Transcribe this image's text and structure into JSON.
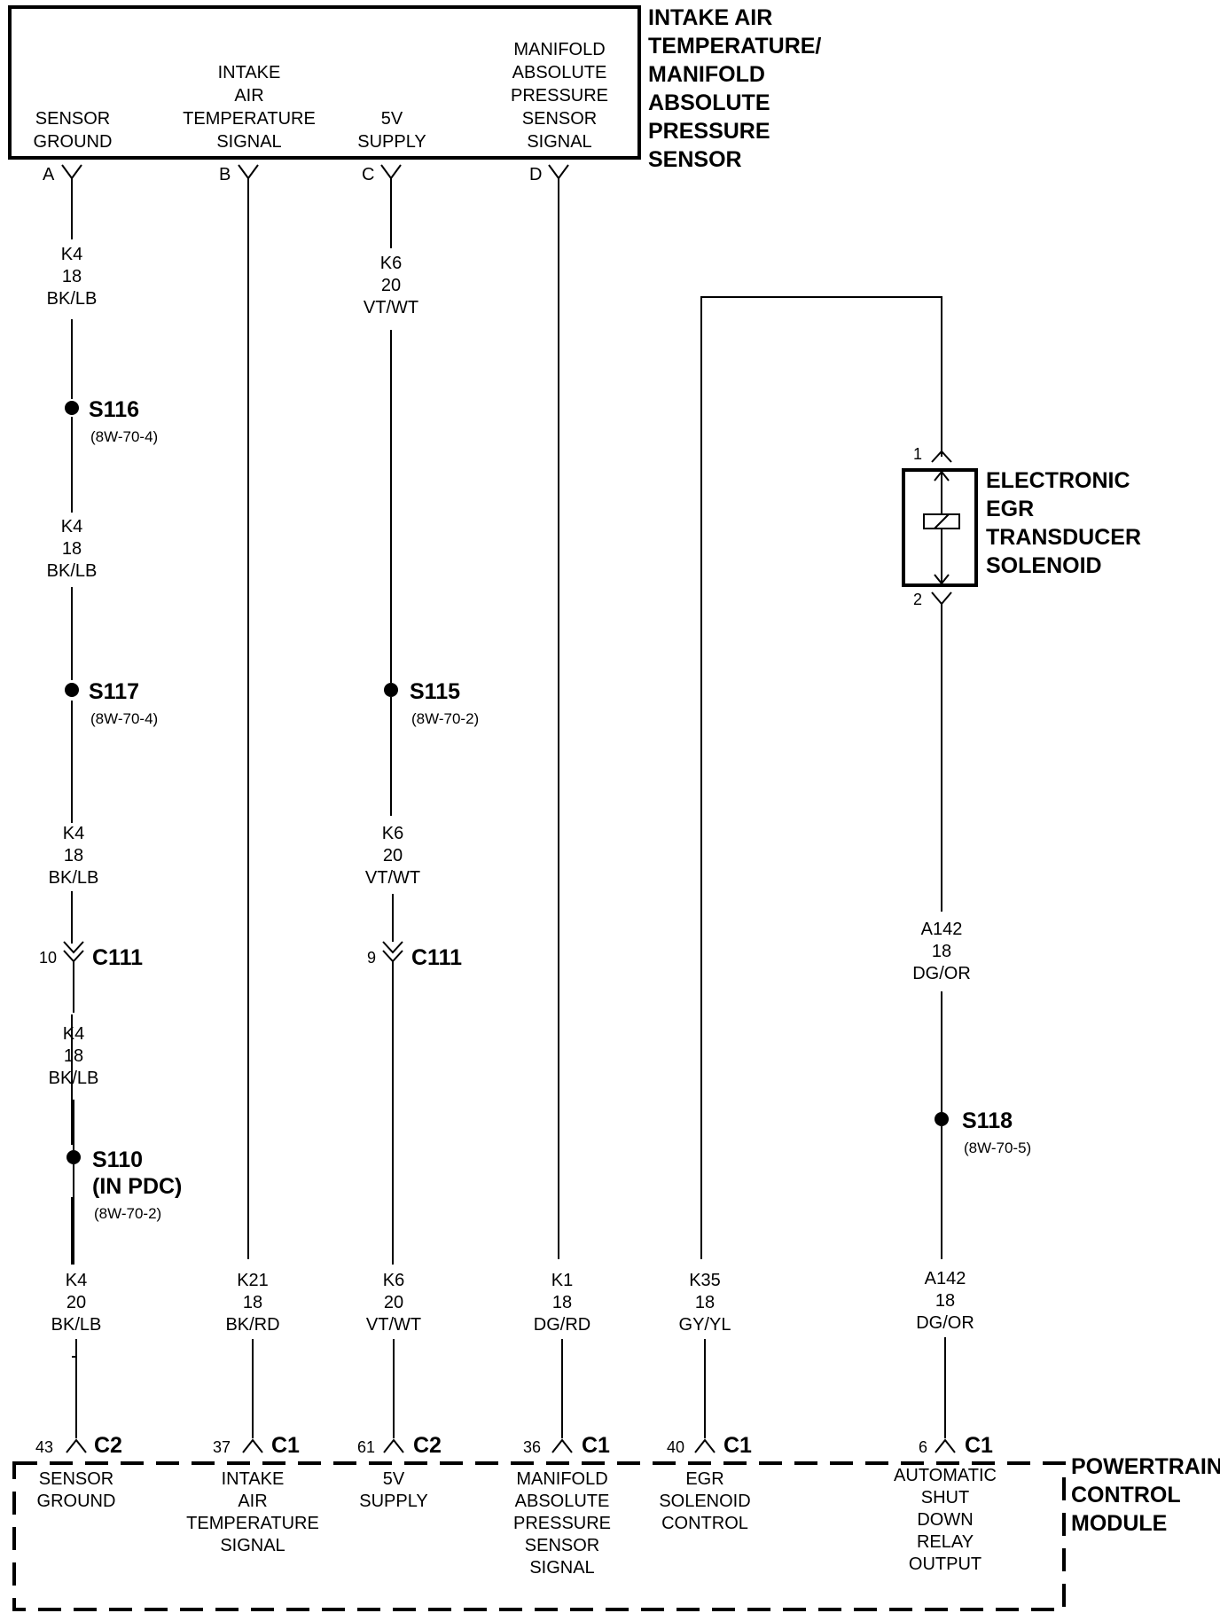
{
  "sensor": {
    "title": [
      "INTAKE AIR",
      "TEMPERATURE/",
      "MANIFOLD",
      "ABSOLUTE",
      "PRESSURE",
      "SENSOR"
    ],
    "pins": [
      {
        "pin": "A",
        "lines": [
          "SENSOR",
          "GROUND"
        ]
      },
      {
        "pin": "B",
        "lines": [
          "INTAKE",
          "AIR",
          "TEMPERATURE",
          "SIGNAL"
        ]
      },
      {
        "pin": "C",
        "lines": [
          "5V",
          "SUPPLY"
        ]
      },
      {
        "pin": "D",
        "lines": [
          "MANIFOLD",
          "ABSOLUTE",
          "PRESSURE",
          "SENSOR",
          "SIGNAL"
        ]
      }
    ]
  },
  "solenoid": {
    "title": [
      "ELECTRONIC",
      "EGR",
      "TRANSDUCER",
      "SOLENOID"
    ],
    "pin_top": "1",
    "pin_bottom": "2"
  },
  "pcm": {
    "title": [
      "POWERTRAIN",
      "CONTROL",
      "MODULE"
    ],
    "pins": [
      {
        "pin": "43",
        "connector": "C2",
        "lines": [
          "SENSOR",
          "GROUND"
        ]
      },
      {
        "pin": "37",
        "connector": "C1",
        "lines": [
          "INTAKE",
          "AIR",
          "TEMPERATURE",
          "SIGNAL"
        ]
      },
      {
        "pin": "61",
        "connector": "C2",
        "lines": [
          "5V",
          "SUPPLY"
        ]
      },
      {
        "pin": "36",
        "connector": "C1",
        "lines": [
          "MANIFOLD",
          "ABSOLUTE",
          "PRESSURE",
          "SENSOR",
          "SIGNAL"
        ]
      },
      {
        "pin": "40",
        "connector": "C1",
        "lines": [
          "EGR",
          "SOLENOID",
          "CONTROL"
        ]
      },
      {
        "pin": "6",
        "connector": "C1",
        "lines": [
          "AUTOMATIC",
          "SHUT",
          "DOWN",
          "RELAY",
          "OUTPUT"
        ]
      }
    ]
  },
  "wire_labels": {
    "k4_a": [
      "K4",
      "18",
      "BK/LB"
    ],
    "k4_b": [
      "K4",
      "18",
      "BK/LB"
    ],
    "k4_c": [
      "K4",
      "18",
      "BK/LB"
    ],
    "k4_d": [
      "K4",
      "18",
      "BK/LB"
    ],
    "k4_e": [
      "K4",
      "20",
      "BK/LB"
    ],
    "k6_a": [
      "K6",
      "20",
      "VT/WT"
    ],
    "k6_b": [
      "K6",
      "20",
      "VT/WT"
    ],
    "k6_c": [
      "K6",
      "20",
      "VT/WT"
    ],
    "k21": [
      "K21",
      "18",
      "BK/RD"
    ],
    "k1": [
      "K1",
      "18",
      "DG/RD"
    ],
    "k35": [
      "K35",
      "18",
      "GY/YL"
    ],
    "a142_a": [
      "A142",
      "18",
      "DG/OR"
    ],
    "a142_b": [
      "A142",
      "18",
      "DG/OR"
    ]
  },
  "splices": {
    "s116": {
      "name": "S116",
      "ref": "(8W-70-4)"
    },
    "s117": {
      "name": "S117",
      "ref": "(8W-70-4)"
    },
    "s115": {
      "name": "S115",
      "ref": "(8W-70-2)"
    },
    "s110": {
      "name": "S110",
      "sub": "(IN PDC)",
      "ref": "(8W-70-2)"
    },
    "s118": {
      "name": "S118",
      "ref": "(8W-70-5)"
    }
  },
  "c111": {
    "k4": {
      "pin": "10",
      "name": "C111"
    },
    "k6": {
      "pin": "9",
      "name": "C111"
    }
  }
}
